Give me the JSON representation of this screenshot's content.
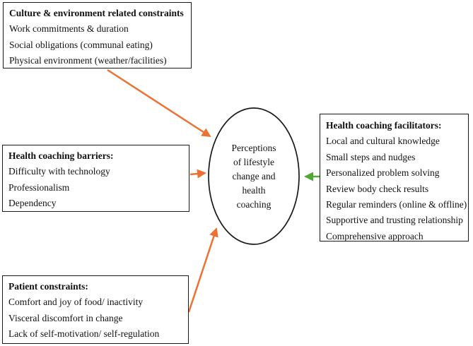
{
  "colors": {
    "arrow_orange": "#ED7232",
    "arrow_green": "#52A736",
    "shape_outline": "#1a1a1a",
    "background": "#ffffff"
  },
  "ellipse": {
    "lines": [
      "Perceptions",
      "of lifestyle",
      "change and",
      "health",
      "coaching"
    ]
  },
  "boxes": {
    "culture": {
      "title": "Culture & environment related constraints",
      "items": [
        "Work commitments & duration",
        "Social obligations (communal eating)",
        "Physical environment (weather/facilities)"
      ]
    },
    "barriers": {
      "title": "Health coaching barriers:",
      "items": [
        "Difficulty with technology",
        "Professionalism",
        "Dependency"
      ]
    },
    "patient": {
      "title": "Patient constraints:",
      "items": [
        "Comfort and joy of food/ inactivity",
        "Visceral discomfort in change",
        "Lack of self-motivation/ self-regulation"
      ]
    },
    "facilitators": {
      "title": "Health coaching facilitators:",
      "items": [
        "Local and cultural knowledge",
        "Small steps and nudges",
        "Personalized problem solving",
        "Review body check results",
        "Regular reminders (online & offline)",
        "Supportive and trusting relationship",
        "Comprehensive approach"
      ]
    }
  },
  "arrows": [
    {
      "from": "culture-box",
      "to": "center-ellipse",
      "color_key": "arrow_orange"
    },
    {
      "from": "barriers-box",
      "to": "center-ellipse",
      "color_key": "arrow_orange"
    },
    {
      "from": "patient-box",
      "to": "center-ellipse",
      "color_key": "arrow_orange"
    },
    {
      "from": "facilitators-box",
      "to": "center-ellipse",
      "color_key": "arrow_green"
    }
  ]
}
